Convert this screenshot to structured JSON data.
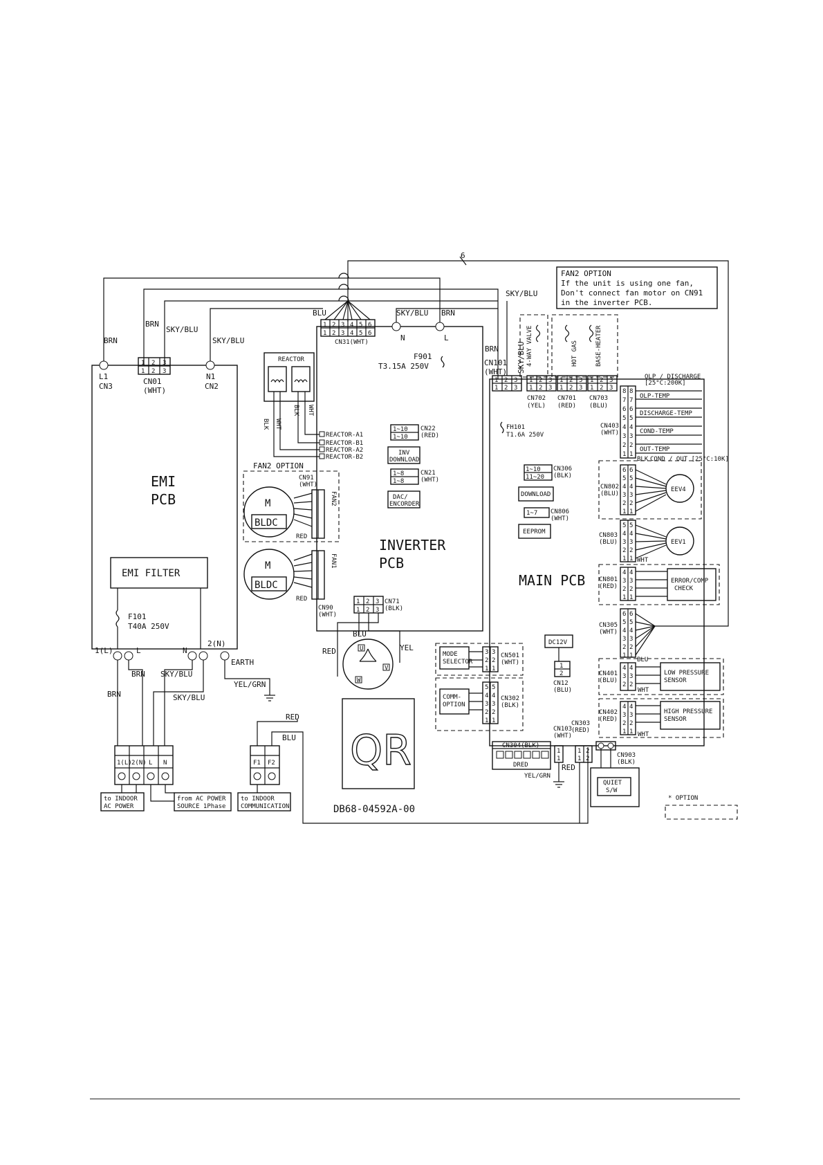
{
  "wiring": {
    "wire_count": "6",
    "fan2_note": [
      "FAN2 OPTION",
      "If the unit is using one fan,",
      "Don't connect fan motor on CN91",
      "in the inverter PCB."
    ],
    "top_wires": {
      "sky_blu_1": "SKY/BLU",
      "brn_top": "BRN",
      "sky_blu_top": "SKY/BLU",
      "brn_cn101": "BRN",
      "sky_blu_cn101": "SKY/BLU"
    },
    "emi": {
      "pcb_label": [
        "EMI",
        "PCB"
      ],
      "filter_label": "EMI FILTER",
      "fuse": [
        "F101",
        "T40A 250V"
      ],
      "l1": "L1",
      "cn3": "CN3",
      "n1": "N1",
      "cn2": "CN2",
      "cn01": [
        "CN01",
        "(WHT)"
      ],
      "brn": "BRN",
      "sky_blu": "SKY/BLU",
      "brn_mid": "BRN",
      "sky_blu_mid": "SKY/BLU",
      "t1": "1(L)",
      "tl": "L",
      "tn": "N",
      "t2": "2(N)",
      "earth": "EARTH",
      "yel_grn": "YEL/GRN",
      "brn_low": "BRN",
      "sky_blu_low": "SKY/BLU"
    },
    "terminal_power": {
      "labels": [
        "1(L)",
        "2(N)",
        "L",
        "N"
      ],
      "to_indoor": [
        "to INDOOR",
        "AC POWER"
      ],
      "from_ac": [
        "from AC POWER",
        "SOURCE 1Phase"
      ]
    },
    "terminal_comm": {
      "labels": [
        "F1",
        "F2"
      ],
      "red": "RED",
      "blu": "BLU",
      "to_indoor": [
        "to INDOOR",
        "COMMUNICATION"
      ]
    },
    "inverter": {
      "label": [
        "INVERTER",
        "PCB"
      ],
      "blu": "BLU",
      "sky_blu": "SKY/BLU",
      "brn": "BRN",
      "n": "N",
      "l": "L",
      "cn31": "CN31(WHT)",
      "fuse": [
        "F901",
        "T3.15A 250V"
      ],
      "reactor": "REACTOR",
      "blk1": "BLK",
      "wht1": "WHT",
      "blk2": "BLK",
      "wht2": "WHT",
      "reactor_pins": [
        "REACTOR-A1",
        "REACTOR-B1",
        "REACTOR-A2",
        "REACTOR-B2"
      ],
      "cn22": [
        "CN22",
        "(RED)"
      ],
      "cn22_pins": [
        "1~10",
        "1~10"
      ],
      "inv_download": [
        "INV",
        "DOWNLOAD"
      ],
      "cn21": [
        "CN21",
        "(WHT)"
      ],
      "cn21_pins": [
        "1~8",
        "1~8"
      ],
      "dac": [
        "DAC/",
        "ENCORDER"
      ],
      "fan2_option": "FAN2 OPTION",
      "cn91": [
        "CN91",
        "(WHT)"
      ],
      "fan2": "FAN2",
      "fan1": "FAN1",
      "motor": [
        "M",
        "BLDC"
      ],
      "red": "RED",
      "red2": "RED",
      "cn90": [
        "CN90",
        "(WHT)"
      ],
      "cn71": [
        "CN71",
        "(BLK)"
      ],
      "comp_wires": [
        "BLU",
        "RED",
        "YEL"
      ],
      "comp_pins": [
        "U",
        "V",
        "W"
      ]
    },
    "main": {
      "label": "MAIN PCB",
      "cn101": [
        "CN101",
        "(WHT)"
      ],
      "sky_blu": "SKY/BLU",
      "fh101": [
        "FH101",
        "T1.6A 250V"
      ],
      "valve": "4-WAY VALVE",
      "hot_gas": "HOT GAS",
      "base_heater": "BASE-HEATER",
      "cn702": [
        "CN702",
        "(YEL)"
      ],
      "cn701": [
        "CN701",
        "(RED)"
      ],
      "cn703": [
        "CN703",
        "(BLU)"
      ],
      "temp_header": [
        "OLP / DISCHARGE",
        "[25°C:200K]"
      ],
      "temps": [
        "OLP-TEMP",
        "DISCHARGE-TEMP",
        "COND-TEMP",
        "OUT-TEMP"
      ],
      "cn403": [
        "CN403",
        "(WHT)"
      ],
      "temp_footer": "COND / OUT [25°C:10K]",
      "blk": "BLK",
      "cn306": [
        "CN306",
        "(BLK)"
      ],
      "cn306_pins": [
        "1~10",
        "11~20"
      ],
      "download": "DOWNLOAD",
      "cn806": [
        "CN806",
        "(WHT)"
      ],
      "cn806_pins": "1~7",
      "eeprom": "EEPROM",
      "cn802": [
        "CN802",
        "(BLU)"
      ],
      "eev4": "EEV4",
      "cn803": [
        "CN803",
        "(BLU)"
      ],
      "eev1": "EEV1",
      "wht": "WHT",
      "cn801": [
        "CN801",
        "(RED)"
      ],
      "error_check": [
        "ERROR/COMP",
        "CHECK"
      ],
      "cn305": [
        "CN305",
        "(WHT)"
      ],
      "blu": "BLU",
      "mode_selector": [
        "MODE",
        "SELECTOR"
      ],
      "cn501": [
        "CN501",
        "(WHT)"
      ],
      "comm_option": [
        "COMM-",
        "OPTION"
      ],
      "cn302": [
        "CN302",
        "(BLK)"
      ],
      "dc12v": "DC12V",
      "cn12": [
        "CN12",
        "(BLU)"
      ],
      "cn401": [
        "CN401",
        "(BLU)"
      ],
      "low_pressure": [
        "LOW PRESSURE",
        "SENSOR"
      ],
      "wht1": "WHT",
      "cn402": [
        "CN402",
        "(RED)"
      ],
      "high_pressure": [
        "HIGH PRESSURE",
        "SENSOR"
      ],
      "wht2": "WHT",
      "cn304": "CN304(BLK)",
      "dred": "DRED",
      "cn103": [
        "CN103",
        "(WHT)"
      ],
      "cn303": [
        "CN303",
        "(RED)"
      ],
      "red": "RED",
      "yel_grn": "YEL/GRN",
      "cn903": [
        "CN903",
        "(BLK)"
      ],
      "quiet": [
        "QUIET",
        "S/W"
      ],
      "option_legend": "* OPTION"
    },
    "qr_text": "QR",
    "part_number": "DB68-04592A-00"
  }
}
